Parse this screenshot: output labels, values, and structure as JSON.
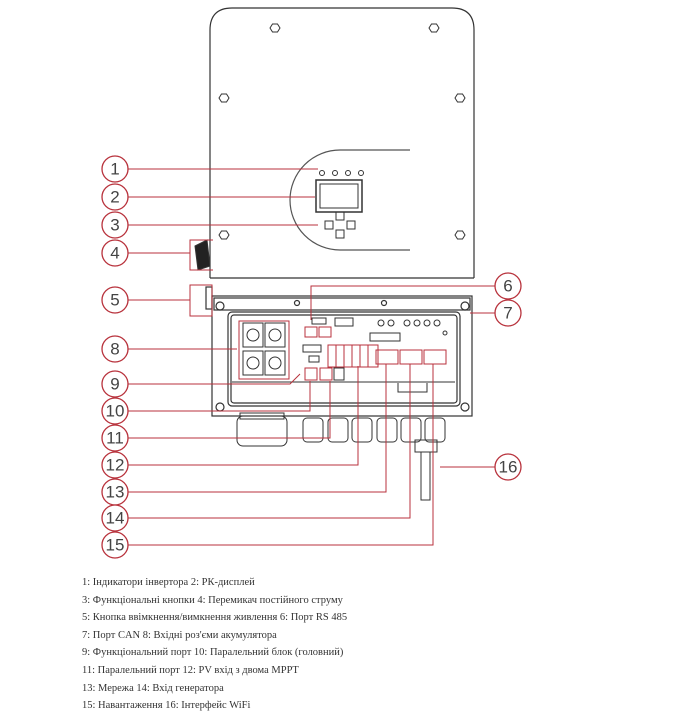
{
  "colors": {
    "callout": "#b8323c",
    "outline": "#333333"
  },
  "callouts": {
    "c1": "1",
    "c2": "2",
    "c3": "3",
    "c4": "4",
    "c5": "5",
    "c6": "6",
    "c7": "7",
    "c8": "8",
    "c9": "9",
    "c10": "10",
    "c11": "11",
    "c12": "12",
    "c13": "13",
    "c14": "14",
    "c15": "15",
    "c16": "16"
  },
  "legend": [
    "1: Індикатори інвертора 2: РК-дисплей",
    "3: Функціональні кнопки 4: Перемикач постійного струму",
    "5: Кнопка ввімкнення/вимкнення живлення 6: Порт RS 485",
    "7: Порт CAN 8: Вхідні роз'єми акумулятора",
    "9: Функціональний порт 10: Паралельний блок (головний)",
    "11: Паралельний порт 12: PV вхід з двома MPPT",
    "13: Мережа 14: Вхід генератора",
    "15: Навантаження 16: Інтерфейс WiFi"
  ]
}
